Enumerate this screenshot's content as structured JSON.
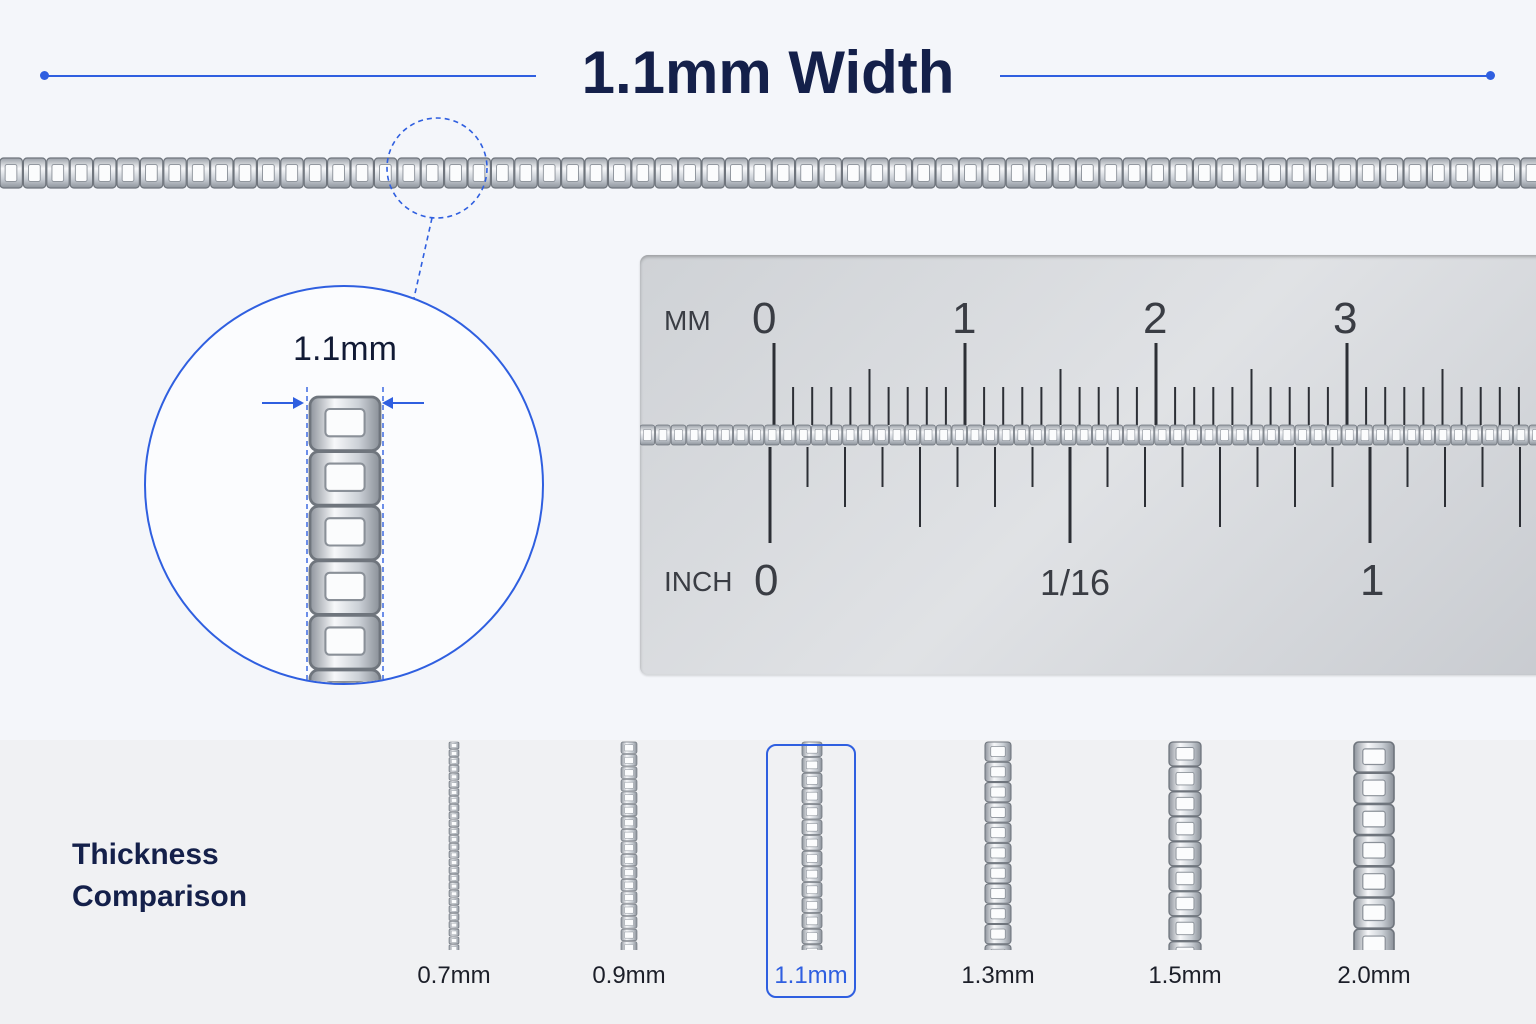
{
  "header": {
    "title": "1.1mm Width",
    "accent_color": "#2f5fe0"
  },
  "magnifier": {
    "width_label": "1.1mm",
    "icon_left": "arrow-right-icon",
    "icon_right": "arrow-left-icon"
  },
  "ruler": {
    "mm_unit": "MM",
    "inch_unit": "INCH",
    "mm_numbers": [
      "0",
      "1",
      "2",
      "3"
    ],
    "inch_numbers": [
      "0",
      "1/16",
      "1"
    ]
  },
  "comparison": {
    "title_line1": "Thickness",
    "title_line2": "Comparison",
    "options": [
      "0.7mm",
      "0.9mm",
      "1.1mm",
      "1.3mm",
      "1.5mm",
      "2.0mm"
    ],
    "selected": "1.1mm"
  }
}
